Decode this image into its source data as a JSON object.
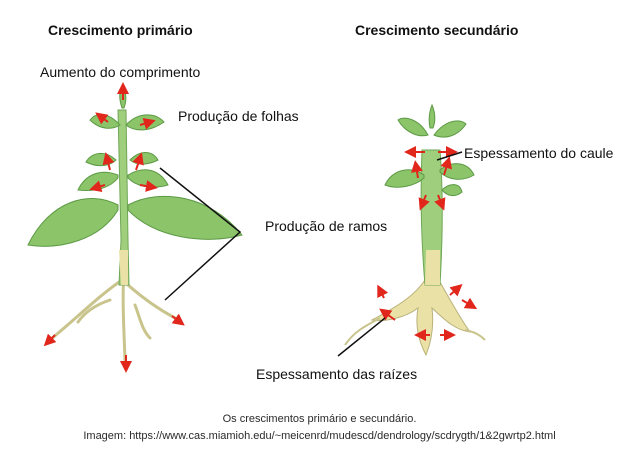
{
  "panels": {
    "primary": {
      "title": "Crescimento primário",
      "labels": {
        "length": "Aumento do comprimento",
        "leaves": "Produção de folhas",
        "branches": "Produção de ramos"
      }
    },
    "secondary": {
      "title": "Crescimento secundário",
      "labels": {
        "stem": "Espessamento do caule",
        "roots": "Espessamento das raízes"
      }
    }
  },
  "caption": {
    "line1": "Os crescimentos primário e secundário.",
    "line2": "Imagem: https://www.cas.miamioh.edu/~meicenrd/mudescd/dendrology/scdrygth/1&2gwrtp2.html"
  },
  "colors": {
    "leaf": "#8cc46a",
    "leaf_dark": "#5d9a45",
    "stem": "#9fcf7c",
    "root": "#e9e1a6",
    "root_outline": "#b9b27a",
    "arrow": "#e1261c",
    "line": "#111111"
  }
}
